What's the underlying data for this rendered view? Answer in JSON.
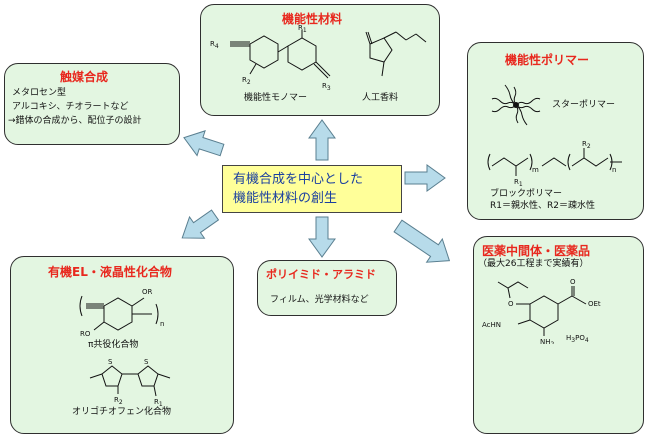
{
  "center": {
    "line1": "有機合成を中心とした",
    "line2": "機能性材料の創生"
  },
  "functional_materials": {
    "title": "機能性材料",
    "caption_monomer": "機能性モノマー",
    "caption_fragrance": "人工香料",
    "labels": {
      "r1": "R",
      "r1_sub": "1",
      "r2": "R",
      "r2_sub": "2",
      "r3": "R",
      "r3_sub": "3",
      "r4": "R",
      "r4_sub": "4"
    }
  },
  "catalyst": {
    "title": "触媒合成",
    "line1": "メタロセン型",
    "line2": "アルコキシ、チオラートなど",
    "line3": "→錯体の合成から、配位子の設計"
  },
  "polymer": {
    "title": "機能性ポリマー",
    "star_label": "スターポリマー",
    "block_line1": "ブロックポリマー",
    "block_line2": "R1＝親水性、R2＝疎水性",
    "labels": {
      "r1": "R",
      "r1_sub": "1",
      "r2": "R",
      "r2_sub": "2",
      "m": "m",
      "n": "n"
    }
  },
  "el_lc": {
    "title": "有機EL・液晶性化合物",
    "caption_pi": "π共役化合物",
    "caption_oligo": "オリゴチオフェン化合物",
    "labels": {
      "or_top": "OR",
      "ro_bottom": "RO",
      "n": "n",
      "s": "S",
      "r1": "R",
      "r1_sub": "1",
      "r2": "R",
      "r2_sub": "2"
    }
  },
  "polyimide": {
    "title": "ポリイミド・アラミド",
    "text": "フィルム、光学材料など"
  },
  "pharma": {
    "title": "医薬中間体・医薬品",
    "subtitle": "（最大26工程まで実績有）",
    "labels": {
      "oet": "OEt",
      "achn": "AcHN",
      "nh2": "NH",
      "nh2_sub": "2",
      "h3po4": "H",
      "h3po4_sub1": "3",
      "po": "PO",
      "h3po4_sub2": "4",
      "o_ether": "O",
      "o_carbonyl": "O"
    }
  },
  "colors": {
    "box_fill": "#e3f6e1",
    "title_red": "#e8281e",
    "center_fill": "#ffff99",
    "center_text": "#1a3fa0",
    "arrow_fill": "#b7dbea"
  }
}
